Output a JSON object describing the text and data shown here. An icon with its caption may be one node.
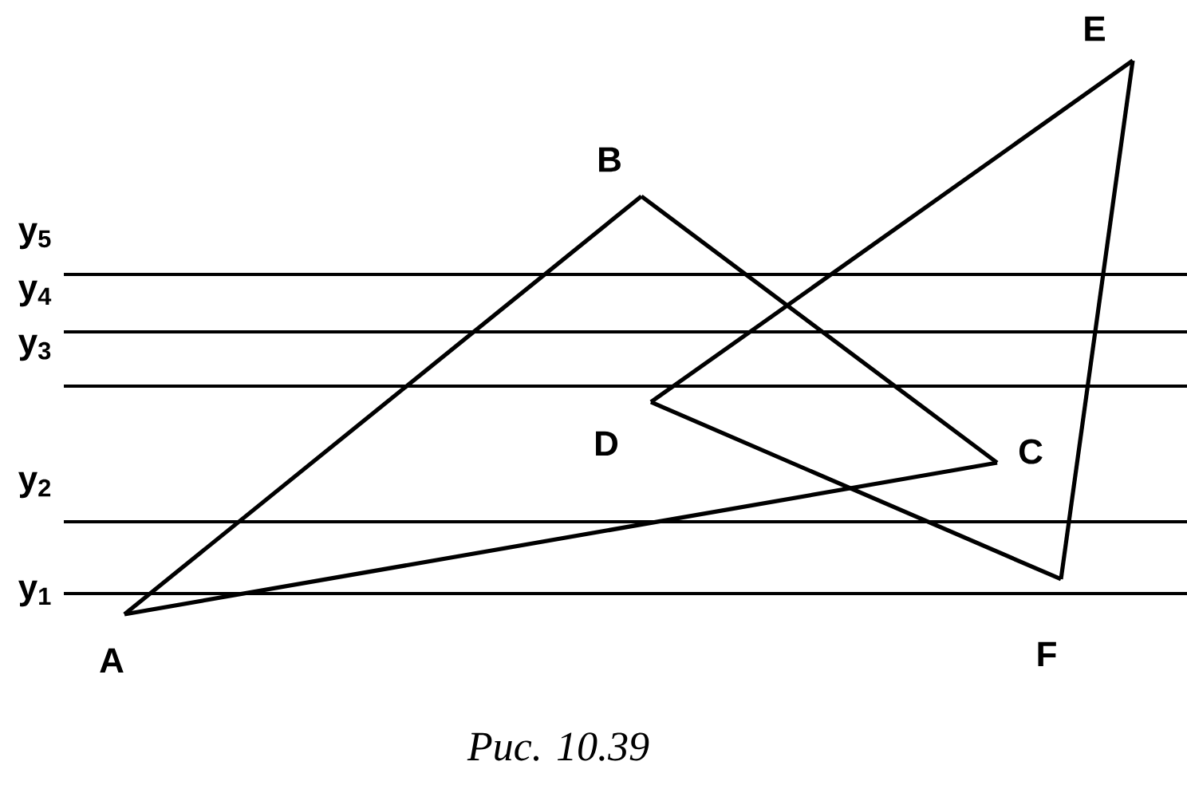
{
  "diagram": {
    "caption": "Рис. 10.39",
    "nodes": [
      {
        "text": [
          "A"
        ]
      },
      {
        "text": [
          "B"
        ]
      },
      {
        "text": [
          "C"
        ]
      },
      {
        "text": [
          "D"
        ]
      },
      {
        "text": [
          "E"
        ]
      },
      {
        "text": [
          "F"
        ]
      }
    ],
    "edges": [
      {
        "from": 0,
        "to": 1,
        "arrow": "none"
      },
      {
        "from": 1,
        "to": 2,
        "arrow": "none"
      },
      {
        "from": 2,
        "to": 0,
        "arrow": "none"
      },
      {
        "from": 3,
        "to": 4,
        "arrow": "none"
      },
      {
        "from": 4,
        "to": 5,
        "arrow": "none"
      },
      {
        "from": 5,
        "to": 3,
        "arrow": "none"
      }
    ],
    "labels": [
      "y$_{5}$",
      "y$_{4}$",
      "y$_{3}$",
      "y$_{2}$",
      "y$_{1}$"
    ]
  }
}
